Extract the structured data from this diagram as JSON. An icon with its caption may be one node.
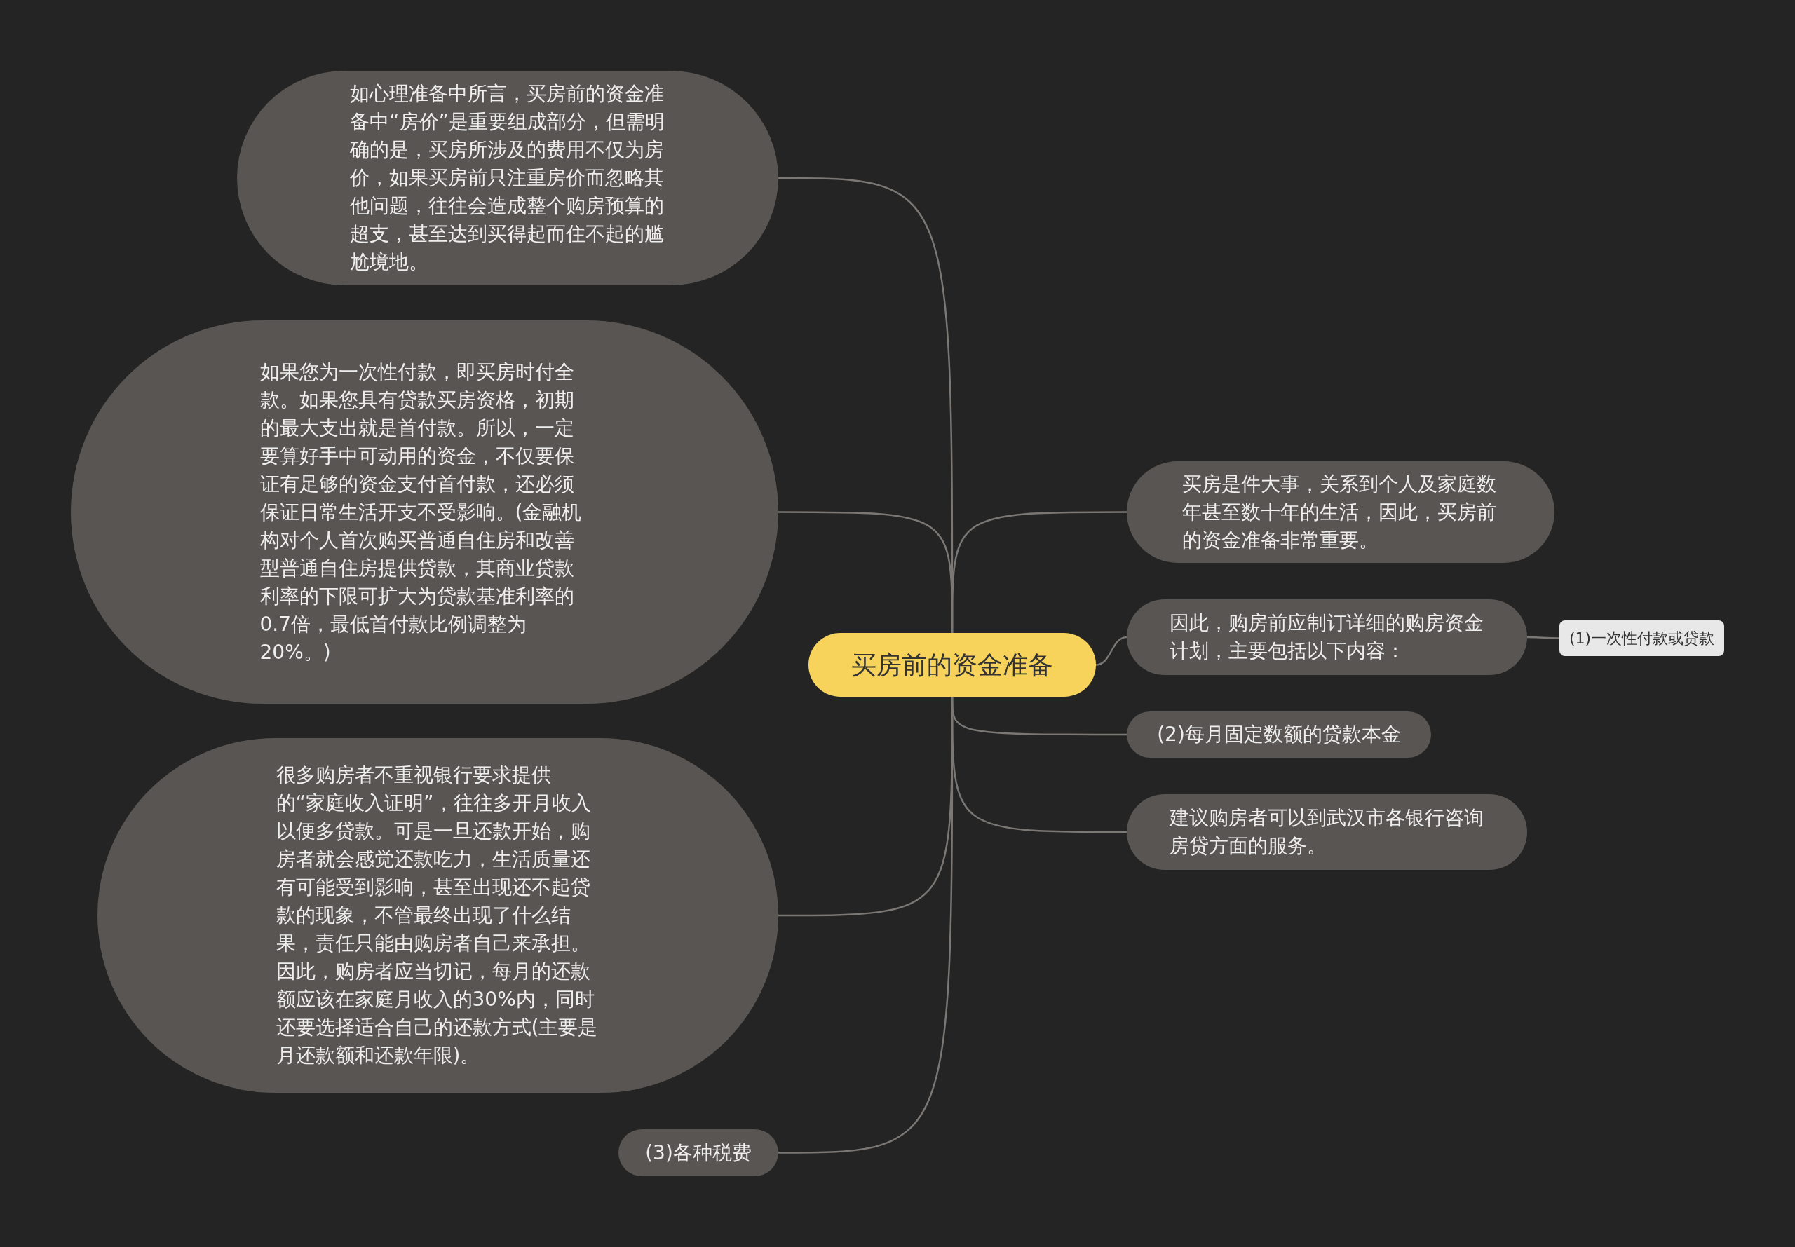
{
  "diagram": {
    "nodes": [
      {
        "text": [
          "买房前的资金准备"
        ]
      },
      {
        "text": [
          "如心理准备中所言，买房前的资金准备中“房价”是重要组成部分，但需明确的是，买房所涉及的费用不仅为房价，如果买房前只注重房价而忽略其他问题，往往会造成整个购房预算的超支，甚至达到买得起而住不起的尴尬境地。"
        ]
      },
      {
        "text": [
          "如果您为一次性付款，即买房时付全款。如果您具有贷款买房资格，初期的最大支出就是首付款。所以，一定要算好手中可动用的资金，不仅要保证有足够的资金支付首付款，还必须保证日常生活开支不受影响。(金融机构对个人首次购买普通自住房和改善型普通自住房提供贷款，其商业贷款利率的下限可扩大为贷款基准利率的0.7倍，最低首付款比例调整为20%。)"
        ]
      },
      {
        "text": [
          "很多购房者不重视银行要求提供的“家庭收入证明”，往往多开月收入以便多贷款。可是一旦还款开始，购房者就会感觉还款吃力，生活质量还有可能受到影响，甚至出现还不起贷款的现象，不管最终出现了什么结果，责任只能由购房者自己来承担。因此，购房者应当切记，每月的还款额应该在家庭月收入的30%内，同时还要选择适合自己的还款方式(主要是月还款额和还款年限)。"
        ]
      },
      {
        "text": [
          "(3)各种税费"
        ]
      },
      {
        "text": [
          "买房是件大事，关系到个人及家庭数年甚至数十年的生活，因此，买房前的资金准备非常重要。"
        ]
      },
      {
        "text": [
          "因此，购房前应制订详细的购房资金计划，主要包括以下内容："
        ]
      },
      {
        "text": [
          "(1)一次性付款或贷款"
        ]
      },
      {
        "text": [
          "(2)每月固定数额的贷款本金"
        ]
      },
      {
        "text": [
          "建议购房者可以到武汉市各银行咨询房贷方面的服务。"
        ]
      }
    ],
    "edges": [
      {
        "from": 0,
        "to": 1,
        "arrow": "none"
      },
      {
        "from": 0,
        "to": 2,
        "arrow": "none"
      },
      {
        "from": 0,
        "to": 3,
        "arrow": "none"
      },
      {
        "from": 0,
        "to": 4,
        "arrow": "none"
      },
      {
        "from": 0,
        "to": 5,
        "arrow": "none"
      },
      {
        "from": 0,
        "to": 6,
        "arrow": "none"
      },
      {
        "from": 6,
        "to": 7,
        "arrow": "none"
      },
      {
        "from": 0,
        "to": 8,
        "arrow": "none"
      },
      {
        "from": 0,
        "to": 9,
        "arrow": "none"
      }
    ]
  }
}
